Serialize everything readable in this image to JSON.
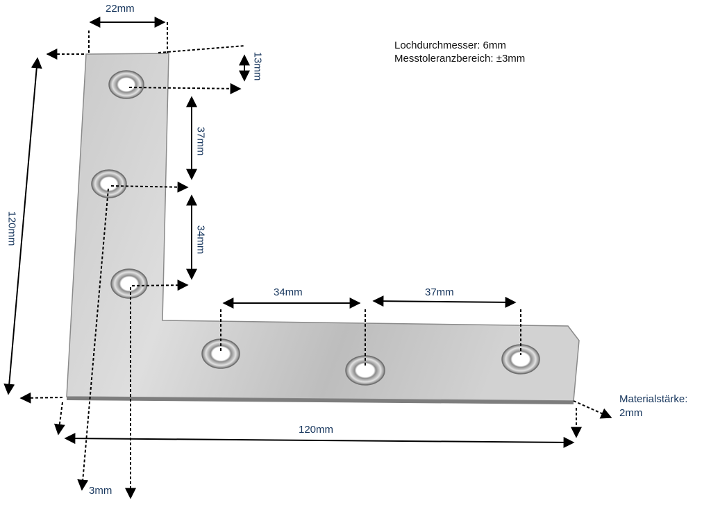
{
  "notes": {
    "hole_diameter": "Lochdurchmesser: 6mm",
    "tolerance": "Messtoleranzbereich: ±3mm"
  },
  "dimensions": {
    "top_width": "22mm",
    "top_hole_offset": "13mm",
    "vert_spacing_upper": "37mm",
    "vert_spacing_lower": "34mm",
    "total_height": "120mm",
    "horiz_spacing_left": "34mm",
    "horiz_spacing_right": "37mm",
    "total_width": "120mm",
    "edge_offset": "3mm",
    "material_label": "Materialstärke:",
    "material_value": "2mm"
  },
  "colors": {
    "label_text": "#17365d",
    "arrow": "#000000",
    "steel_light": "#d6d6d6",
    "steel_dark": "#9a9a9a"
  }
}
